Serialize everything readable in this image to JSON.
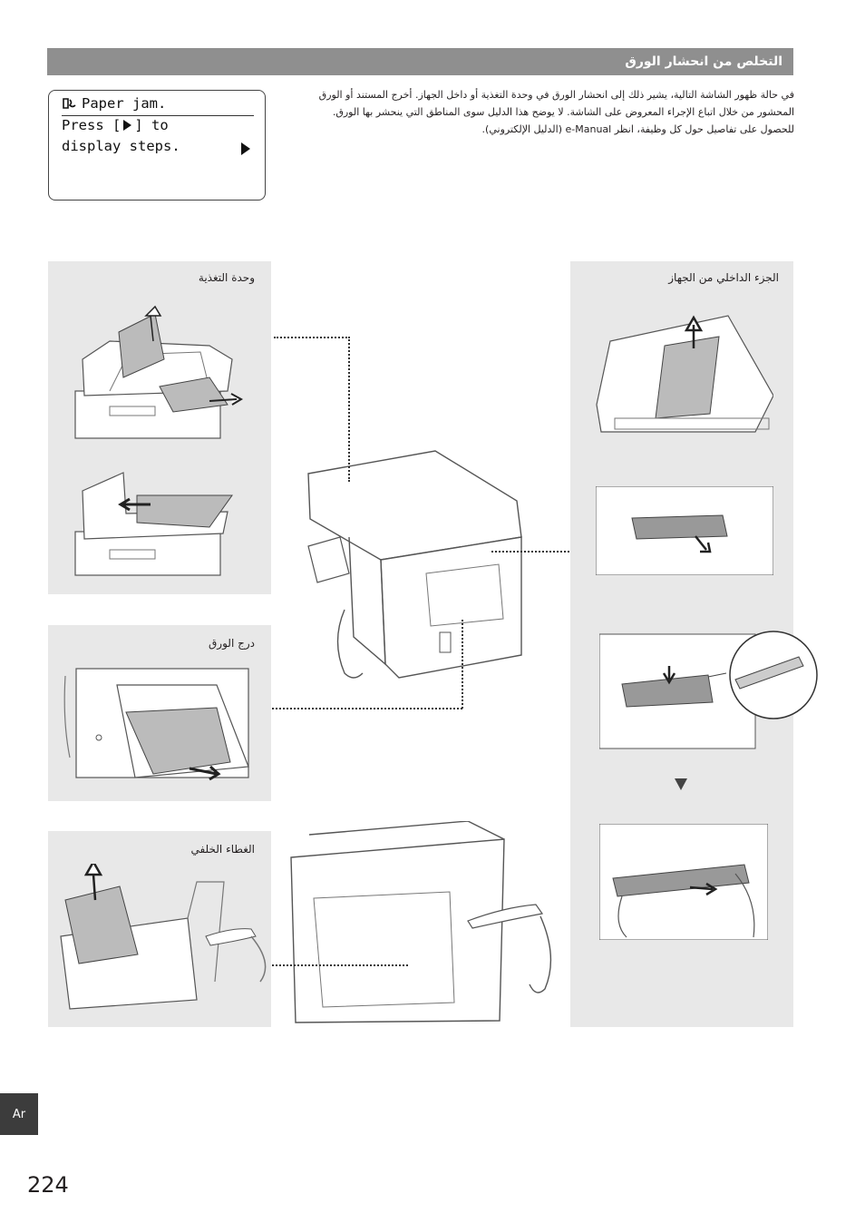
{
  "header": {
    "title": "التخلص من انحشار الورق"
  },
  "lcd": {
    "status_icon": "paper-jam-icon",
    "line1": "Paper jam.",
    "line2_before": "Press [",
    "line2_after": "] to",
    "line3": "display steps."
  },
  "intro": {
    "line1": "في حالة ظهور الشاشة التالية، يشير ذلك إلى انحشار الورق في وحدة التغذية أو داخل الجهاز. أخرج المستند أو الورق",
    "line2": "المحشور من خلال اتباع الإجراء المعروض على الشاشة. لا يوضح هذا الدليل سوى المناطق التي ينحشر بها الورق.",
    "line3": "للحصول على تفاصيل حول كل وظيفة، انظر e-Manual (الدليل الإلكتروني)."
  },
  "panels": {
    "feeder": "وحدة التغذية",
    "drawer": "درج الورق",
    "back_cover": "الغطاء الخلفي",
    "inside": "الجزء الداخلي من الجهاز"
  },
  "side_tab": "Ar",
  "page_number": "224",
  "colors": {
    "header_bg": "#8f8f8f",
    "panel_bg": "#e8e8e8",
    "tab_bg": "#3c3c3c"
  }
}
